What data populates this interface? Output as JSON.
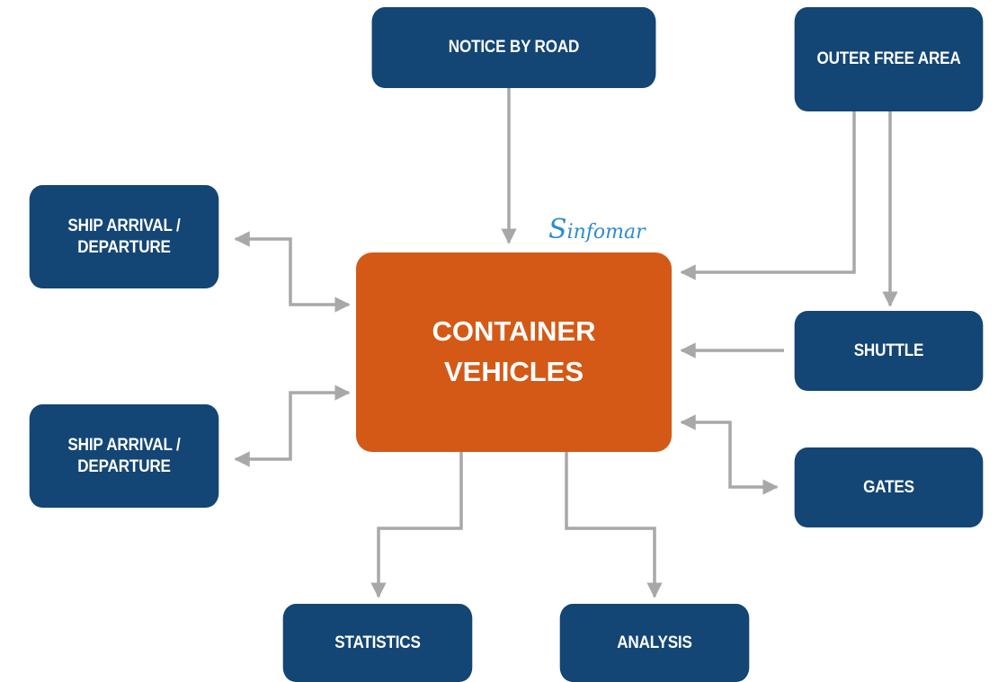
{
  "diagram": {
    "center": {
      "label": "CONTAINER\nVEHICLES",
      "color": "#d45916"
    },
    "nodes": {
      "notice_by_road": "NOTICE BY ROAD",
      "outer_free_area": "OUTER FREE AREA",
      "ship_arrival_departure_top": "SHIP ARRIVAL /\nDEPARTURE",
      "ship_arrival_departure_bottom": "SHIP ARRIVAL /\nDEPARTURE",
      "shuttle": "SHUTTLE",
      "gates": "GATES",
      "statistics": "STATISTICS",
      "analysis": "ANALYSIS"
    },
    "node_color": "#134575",
    "connector_color": "#a8a8a8",
    "logo": {
      "first_letter": "S",
      "rest": "infomar",
      "color": "#2f8bd0"
    }
  }
}
